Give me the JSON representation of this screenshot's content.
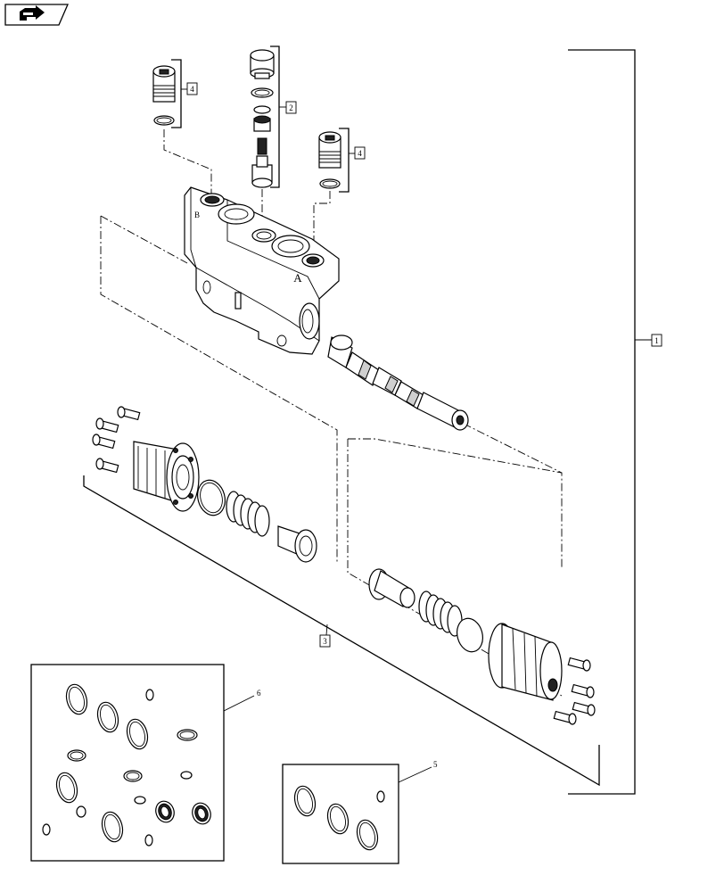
{
  "icon": "next-page-arrow-icon",
  "callouts": {
    "c1": "1",
    "c2": "2",
    "c3": "3",
    "c4a": "4",
    "c4b": "4",
    "c5": "5",
    "c6": "6"
  },
  "body_marks": {
    "port_a": "A",
    "port_b": "B"
  }
}
